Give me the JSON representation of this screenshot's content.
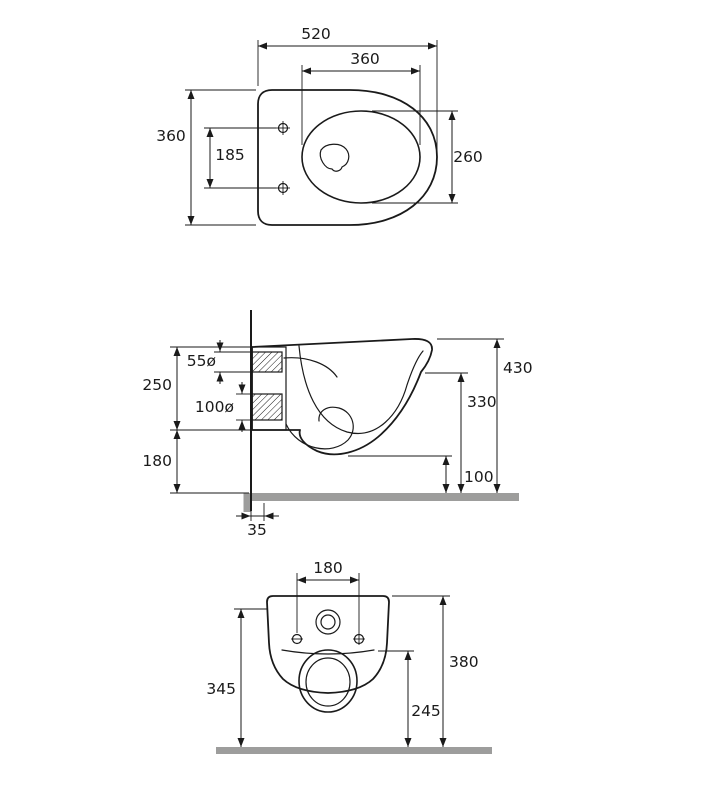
{
  "drawing": {
    "colors": {
      "line": "#1a1a1a",
      "floor": "#9d9d9c",
      "background": "#ffffff"
    },
    "views": {
      "top": {
        "dims": {
          "overall_length": "520",
          "seat_cutout_length": "360",
          "overall_width": "360",
          "fixing_holes_spacing": "185",
          "seat_cutout_width": "260"
        }
      },
      "side": {
        "dims": {
          "water_inlet_diameter": "55ø",
          "inlet_height": "250",
          "waste_outlet_diameter": "100ø",
          "outlet_height": "180",
          "overall_height": "430",
          "rim_height": "330",
          "clearance_height": "100",
          "wall_offset": "35"
        }
      },
      "front": {
        "dims": {
          "fixing_holes_spacing": "180",
          "overall_height": "380",
          "body_height": "345",
          "bowl_height": "245"
        }
      }
    }
  }
}
